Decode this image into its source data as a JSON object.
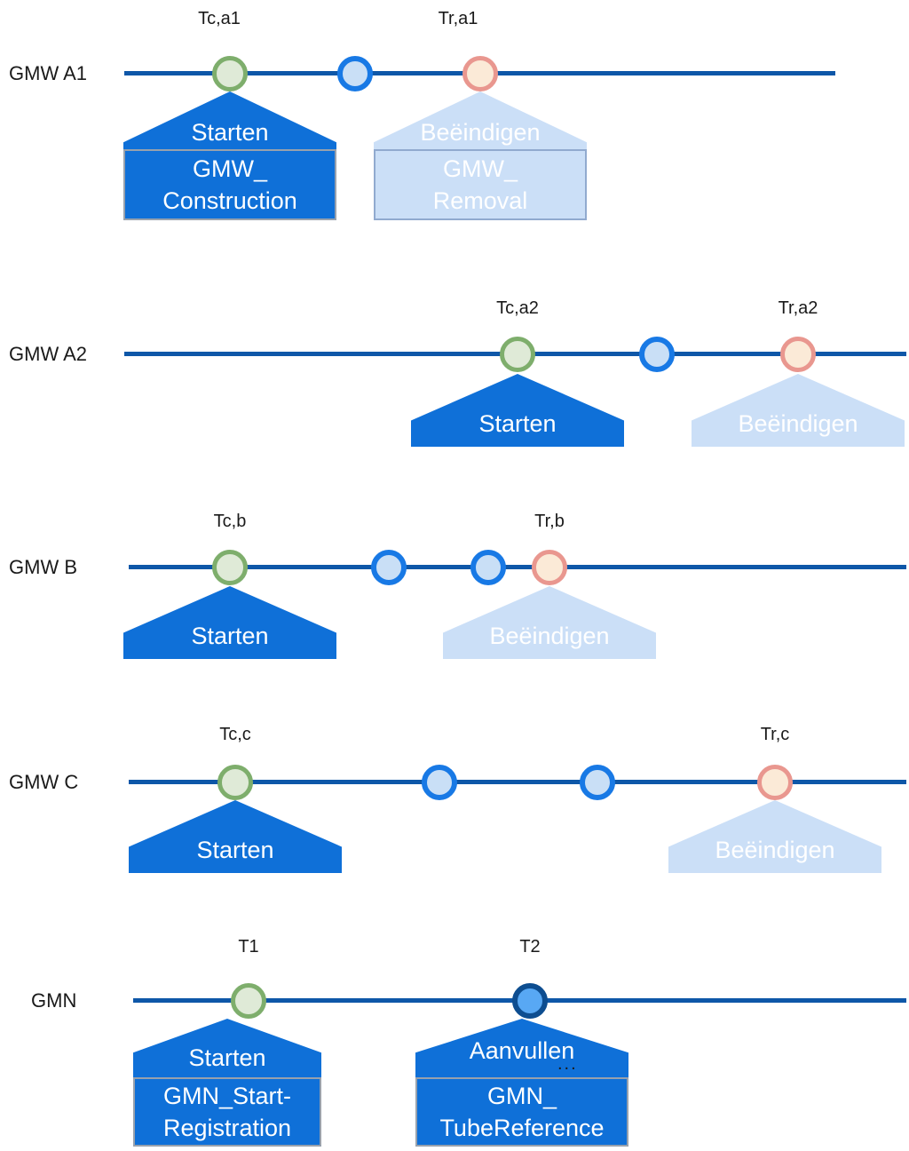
{
  "colors": {
    "timeline": "#0E57A8",
    "callout_active": "#0F70D8",
    "callout_inactive": "#CBDFF7",
    "callout_border_active": "#98A1AD",
    "callout_border_inactive": "#91AACF",
    "callout_text": "#FFFFFF",
    "event_construction_fill": "#DFEAD7",
    "event_construction_stroke": "#7EAE6C",
    "event_intermediate_fill": "#C9DFF6",
    "event_intermediate_stroke": "#1879E5",
    "event_removal_fill": "#FBEAD7",
    "event_removal_stroke": "#E9978F",
    "event_reference_fill": "#58A8F4",
    "event_reference_stroke": "#0D4D90",
    "text": "#1A1A1A"
  },
  "rows": [
    {
      "label": "GMW A1",
      "events": [
        {
          "t": "Tc,a1"
        },
        {
          "t": ""
        },
        {
          "t": "Tr,a1"
        }
      ],
      "callouts": [
        {
          "roof": "Starten",
          "box": [
            "GMW_",
            "Construction"
          ]
        },
        {
          "roof": "Beëindigen",
          "box": [
            "GMW_",
            "Removal"
          ]
        }
      ]
    },
    {
      "label": "GMW A2",
      "events": [
        {
          "t": "Tc,a2"
        },
        {
          "t": ""
        },
        {
          "t": "Tr,a2"
        }
      ],
      "callouts": [
        {
          "roof": "Starten"
        },
        {
          "roof": "Beëindigen"
        }
      ]
    },
    {
      "label": "GMW B",
      "events": [
        {
          "t": "Tc,b"
        },
        {
          "t": ""
        },
        {
          "t": ""
        },
        {
          "t": "Tr,b"
        }
      ],
      "callouts": [
        {
          "roof": "Starten"
        },
        {
          "roof": "Beëindigen"
        }
      ]
    },
    {
      "label": "GMW C",
      "events": [
        {
          "t": "Tc,c"
        },
        {
          "t": ""
        },
        {
          "t": ""
        },
        {
          "t": "Tr,c"
        }
      ],
      "callouts": [
        {
          "roof": "Starten"
        },
        {
          "roof": "Beëindigen"
        }
      ]
    },
    {
      "label": "GMN",
      "events": [
        {
          "t": "T1"
        },
        {
          "t": "T2"
        }
      ],
      "callouts": [
        {
          "roof": "Starten",
          "box": [
            "GMN_Start-",
            "Registration"
          ]
        },
        {
          "roof": "Aanvullen",
          "ellipsis": "...",
          "box": [
            "GMN_",
            "TubeReference"
          ]
        }
      ]
    }
  ]
}
